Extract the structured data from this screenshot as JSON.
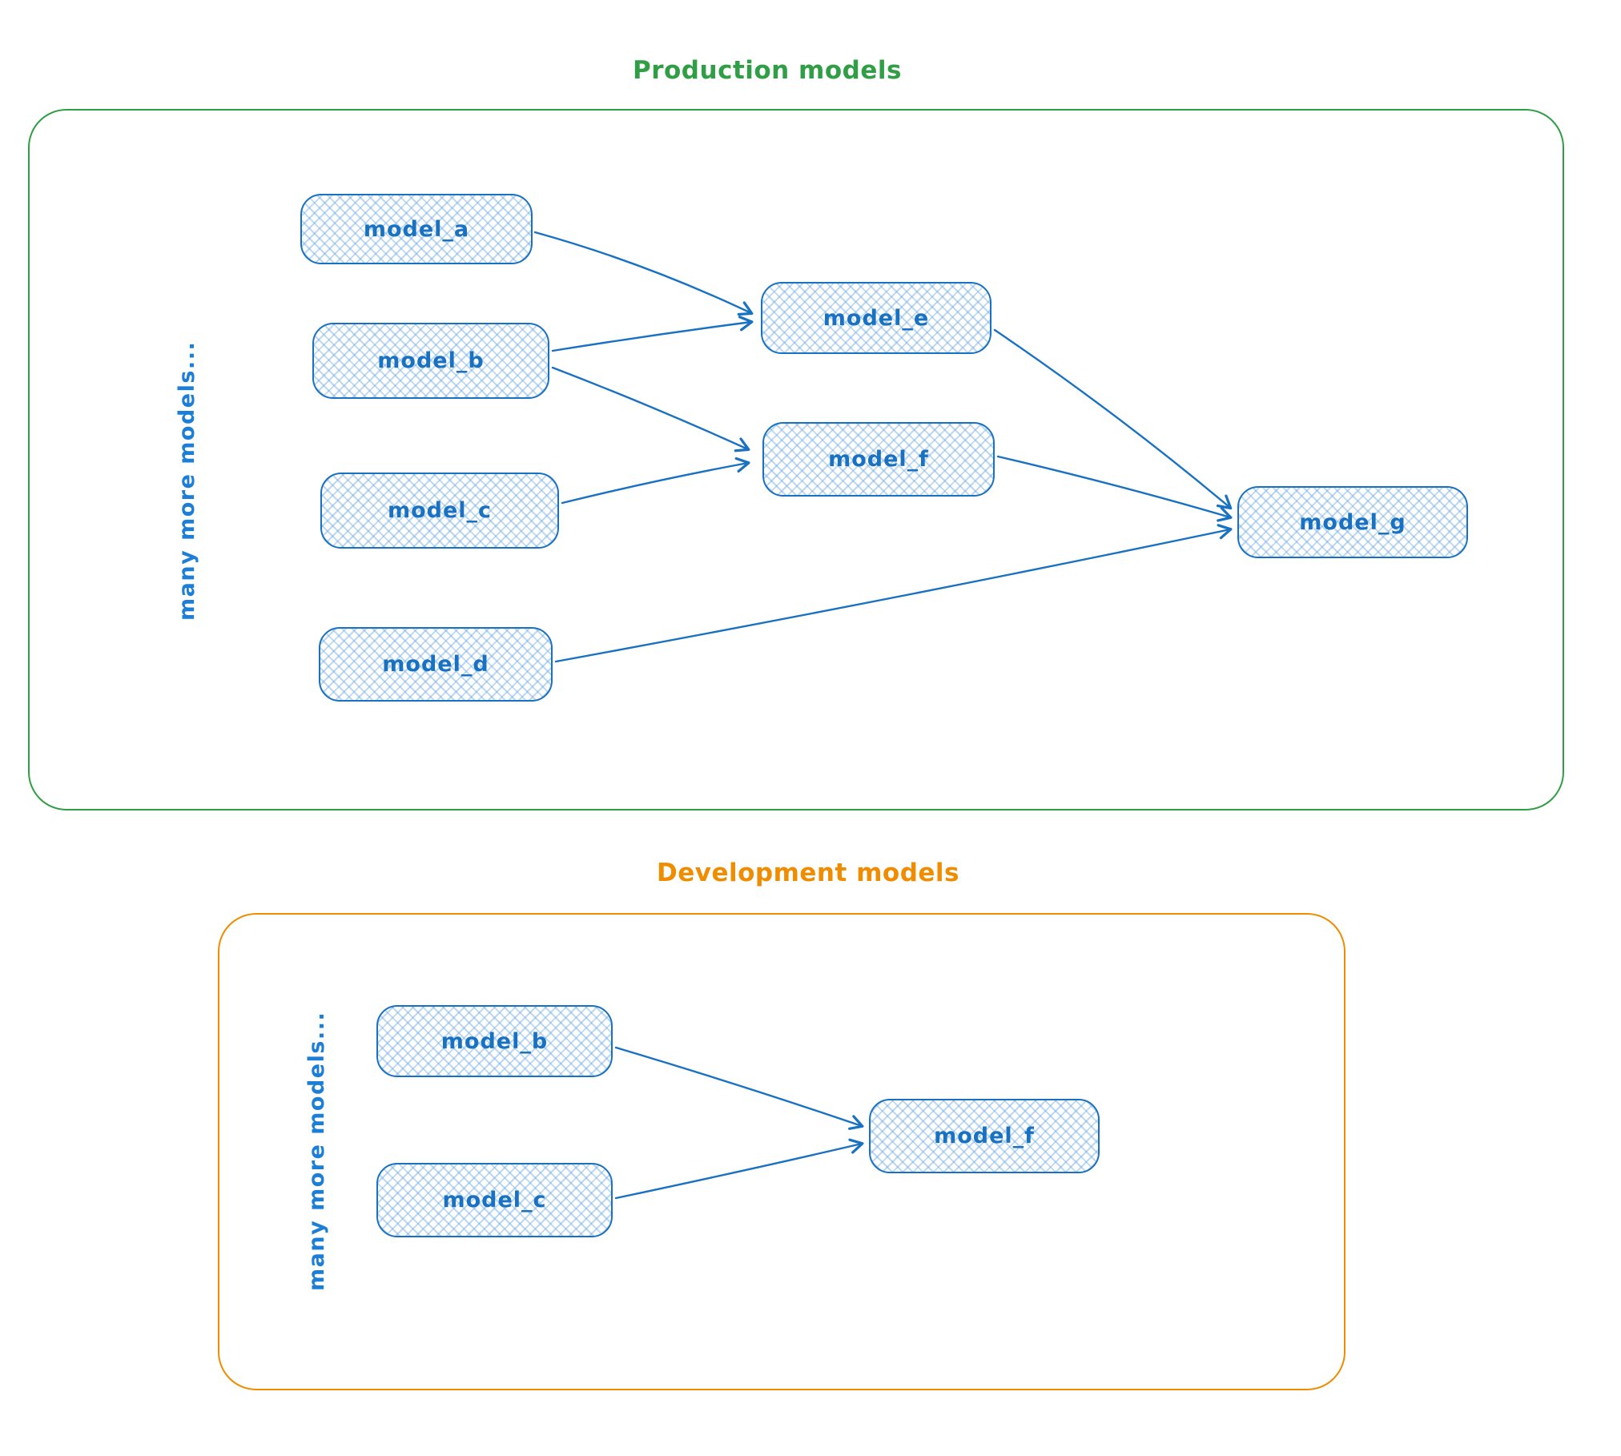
{
  "production": {
    "title": "Production models",
    "side_label": "many more models...",
    "nodes": {
      "model_a": {
        "label": "model_a"
      },
      "model_b": {
        "label": "model_b"
      },
      "model_c": {
        "label": "model_c"
      },
      "model_d": {
        "label": "model_d"
      },
      "model_e": {
        "label": "model_e"
      },
      "model_f": {
        "label": "model_f"
      },
      "model_g": {
        "label": "model_g"
      }
    },
    "edges": [
      {
        "from": "model_a",
        "to": "model_e"
      },
      {
        "from": "model_b",
        "to": "model_e"
      },
      {
        "from": "model_b",
        "to": "model_f"
      },
      {
        "from": "model_c",
        "to": "model_f"
      },
      {
        "from": "model_e",
        "to": "model_g"
      },
      {
        "from": "model_f",
        "to": "model_g"
      },
      {
        "from": "model_d",
        "to": "model_g"
      }
    ]
  },
  "development": {
    "title": "Development models",
    "side_label": "many more models...",
    "nodes": {
      "model_b": {
        "label": "model_b"
      },
      "model_c": {
        "label": "model_c"
      },
      "model_f": {
        "label": "model_f"
      }
    },
    "edges": [
      {
        "from": "model_b",
        "to": "model_f"
      },
      {
        "from": "model_c",
        "to": "model_f"
      }
    ]
  },
  "colors": {
    "node_stroke": "#1971c2",
    "node_fill_hatch": "#a5d8ff",
    "production_border": "#2f9e44",
    "development_border": "#f08c00",
    "background": "#ffffff"
  }
}
